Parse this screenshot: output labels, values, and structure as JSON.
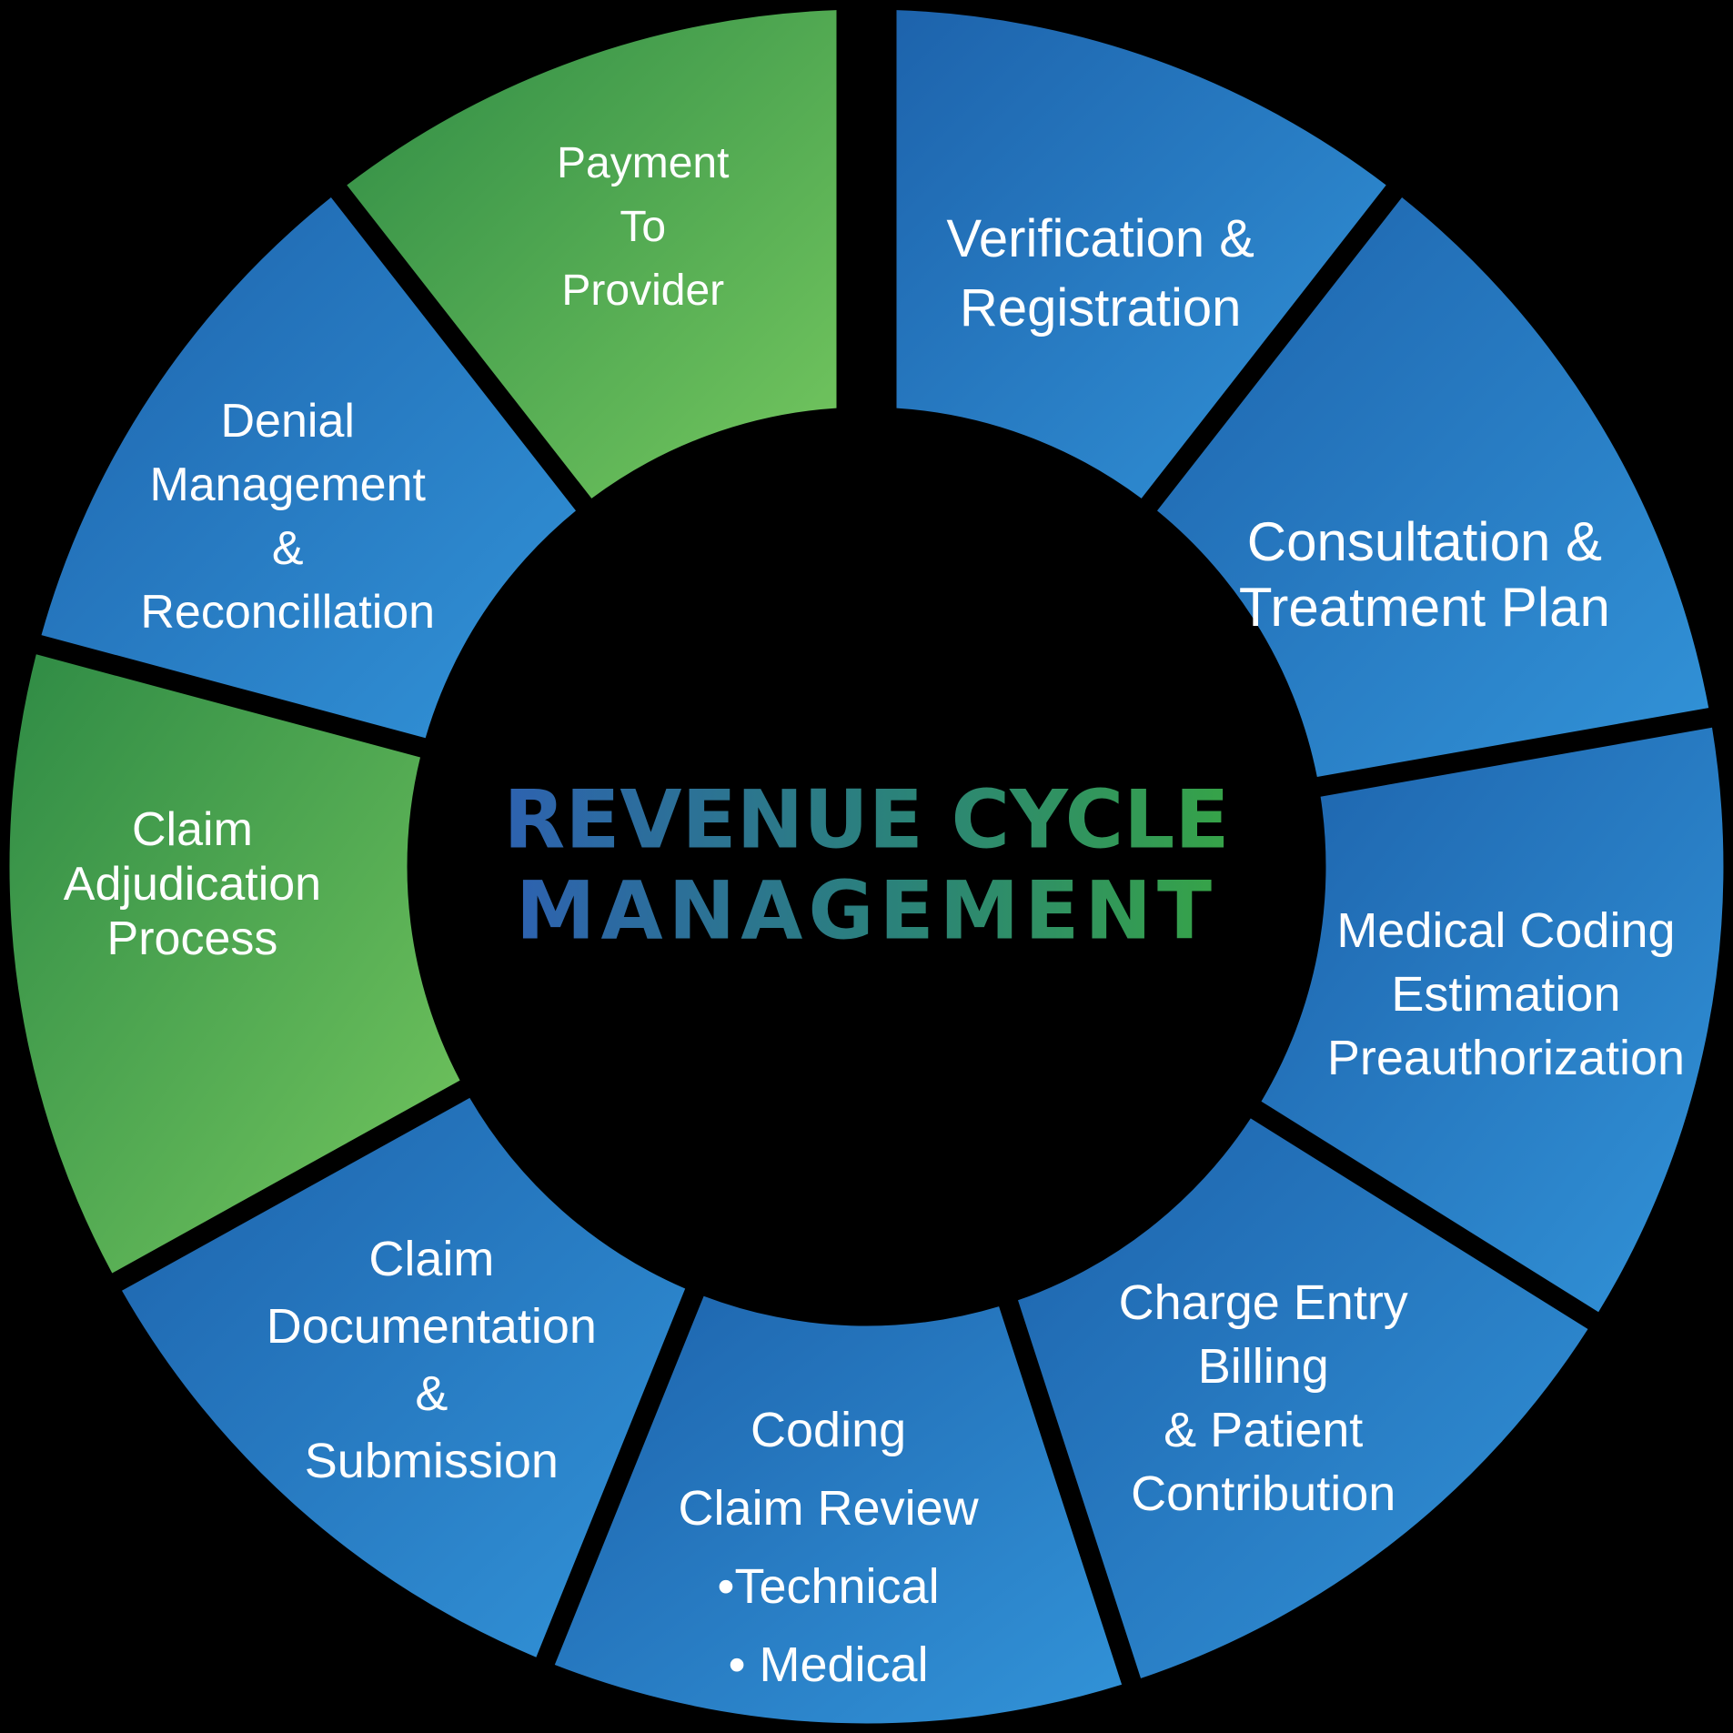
{
  "diagram": {
    "title": {
      "line1": "REVENUE CYCLE",
      "line2": "MANAGEMENT"
    },
    "segments": [
      {
        "id": "verification-registration",
        "color": "blue",
        "lines": [
          "Verification &",
          "Registration"
        ]
      },
      {
        "id": "consultation-treatment-plan",
        "color": "blue",
        "lines": [
          "Consultation &",
          "Treatment Plan"
        ]
      },
      {
        "id": "medical-coding-estimation-preauthorization",
        "color": "blue",
        "lines": [
          "Medical Coding",
          "Estimation",
          "Preauthorization"
        ]
      },
      {
        "id": "charge-entry-billing-patient-contribution",
        "color": "blue",
        "lines": [
          "Charge Entry",
          "Billing",
          "& Patient",
          "Contribution"
        ]
      },
      {
        "id": "coding-claim-review",
        "color": "blue",
        "lines": [
          "Coding",
          "Claim Review",
          "•Technical",
          "• Medical"
        ]
      },
      {
        "id": "claim-documentation-submission",
        "color": "blue",
        "lines": [
          "Claim",
          "Documentation",
          "&",
          "Submission"
        ]
      },
      {
        "id": "claim-adjudication-process",
        "color": "green",
        "lines": [
          "Claim",
          "Adjudication",
          "Process"
        ]
      },
      {
        "id": "denial-management-reconcillation",
        "color": "blue",
        "lines": [
          "Denial",
          "Management",
          "&",
          "Reconcillation"
        ]
      },
      {
        "id": "payment-to-provider",
        "color": "green",
        "lines": [
          "Payment",
          "To",
          "Provider"
        ]
      }
    ],
    "colors": {
      "background": "#000000",
      "blue_gradient": [
        "#1d63ac",
        "#3293d8"
      ],
      "green_gradient": [
        "#2f8b45",
        "#74c75f"
      ],
      "label_text": "#ffffff",
      "title_gradient": [
        "#2d62b0",
        "#2b8379",
        "#36a348"
      ]
    }
  }
}
